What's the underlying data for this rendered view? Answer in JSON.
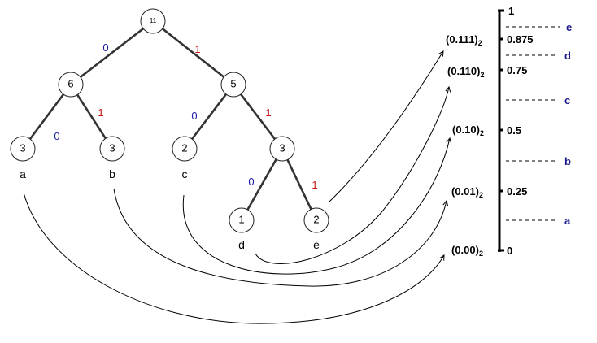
{
  "tree": {
    "root": {
      "weight": "11"
    },
    "level1": [
      {
        "weight": "6"
      },
      {
        "weight": "5"
      }
    ],
    "level2": [
      {
        "weight": "3",
        "symbol": "a"
      },
      {
        "weight": "3",
        "symbol": "b"
      },
      {
        "weight": "2",
        "symbol": "c"
      },
      {
        "weight": "3"
      }
    ],
    "level3": [
      {
        "weight": "1",
        "symbol": "d"
      },
      {
        "weight": "2",
        "symbol": "e"
      }
    ],
    "bits": {
      "root_left": "0",
      "root_right": "1",
      "n6_left": "0",
      "n6_right": "1",
      "n5_left": "0",
      "n5_right": "1",
      "n3_left": "0",
      "n3_right": "1"
    }
  },
  "binary_labels": [
    {
      "main": "(0.111)",
      "sub": "2"
    },
    {
      "main": "(0.110)",
      "sub": "2"
    },
    {
      "main": "(0.10)",
      "sub": "2"
    },
    {
      "main": "(0.01)",
      "sub": "2"
    },
    {
      "main": "(0.00)",
      "sub": "2"
    }
  ],
  "scale": {
    "ticks": [
      "1",
      "0.875",
      "0.75",
      "0.5",
      "0.25",
      "0"
    ],
    "intervals": [
      "e",
      "d",
      "c",
      "b",
      "a"
    ]
  },
  "colors": {
    "bit_zero": "#1a1aa8",
    "bit_one": "#c81414",
    "interval_label": "#1a1a8c"
  }
}
